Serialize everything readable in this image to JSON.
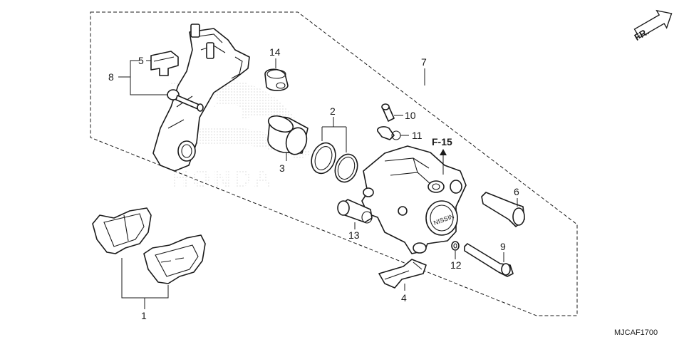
{
  "diagram": {
    "code": "MJCAF1700",
    "direction_marker": "FR.",
    "reference_label": "F-15",
    "callouts": {
      "c1": "1",
      "c2": "2",
      "c3": "3",
      "c4": "4",
      "c5": "5",
      "c6": "6",
      "c7": "7",
      "c8": "8",
      "c9": "9",
      "c10": "10",
      "c11": "11",
      "c12": "12",
      "c13": "13",
      "c14": "14"
    },
    "watermark": "HONDA"
  }
}
